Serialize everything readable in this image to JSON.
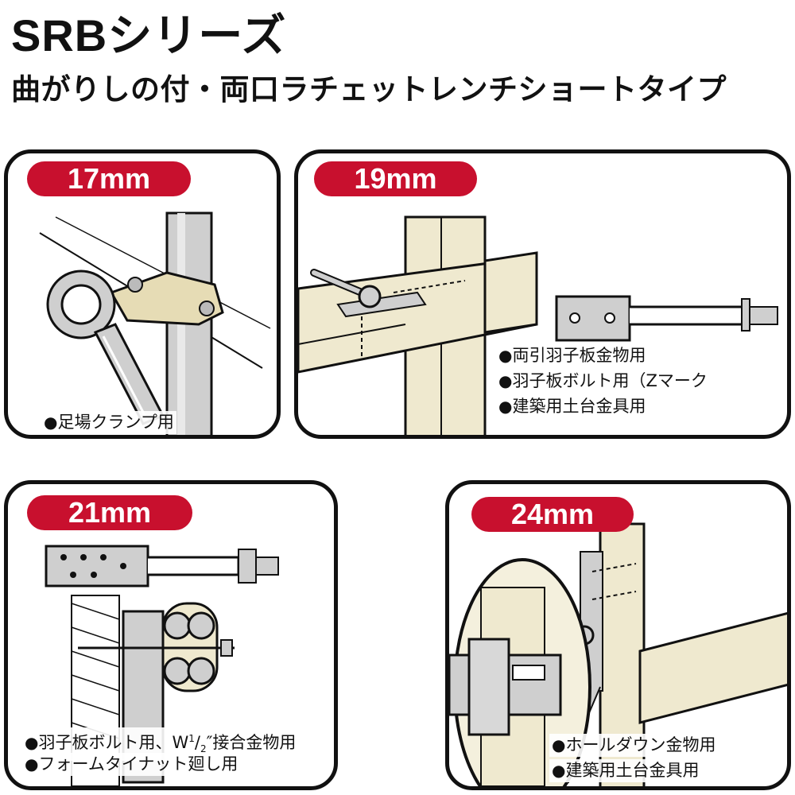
{
  "header": {
    "title": "SRBシリーズ",
    "subtitle": "曲がりしの付・両口ラチェットレンチショートタイプ"
  },
  "bullet": "●",
  "colors": {
    "badge": "#c8102e",
    "wood": "#efe9cf",
    "steel": "#cfcfcf"
  },
  "panels": [
    {
      "size": "17mm",
      "notes": [
        "足場クランプ用"
      ]
    },
    {
      "size": "19mm",
      "notes": [
        "両引羽子板金物用",
        "羽子板ボルト用（Zマーク",
        "建築用土台金具用"
      ]
    },
    {
      "size": "21mm",
      "notes": [
        "羽子板ボルト用、W",
        "フォームタイナット廻し用"
      ],
      "note1_sup": "1",
      "note1_sub": "2",
      "note1_tail": "″接合金物用",
      "fraction_slash": "/"
    },
    {
      "size": "24mm",
      "notes": [
        "ホールダウン金物用",
        "建築用土台金具用"
      ]
    }
  ]
}
